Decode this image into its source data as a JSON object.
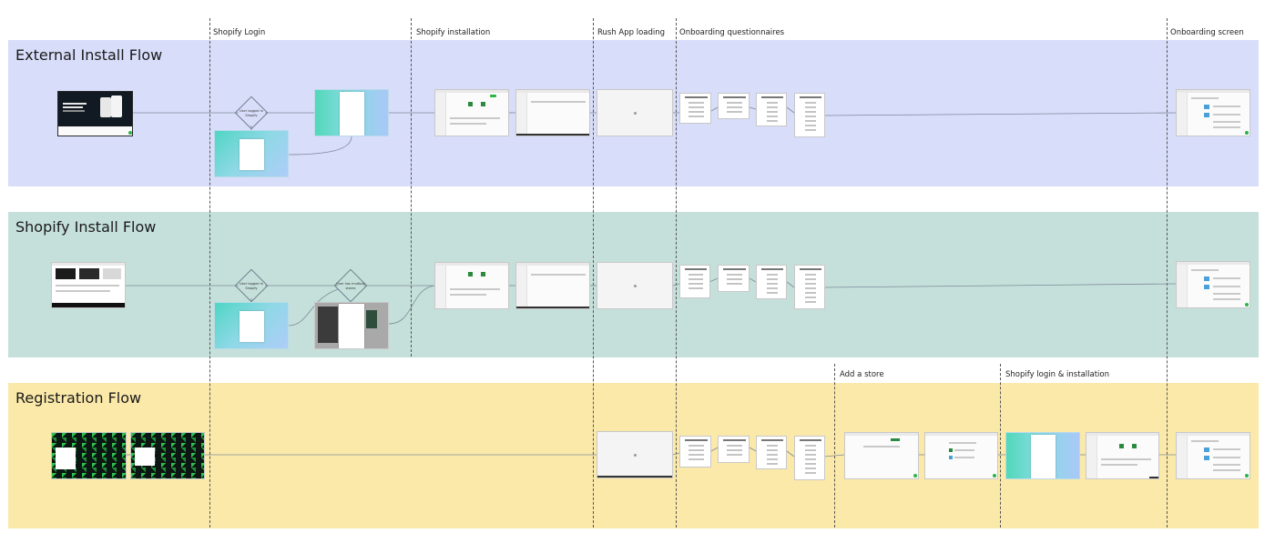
{
  "lanes": [
    {
      "title": "External Install Flow",
      "color": "#d8ddfa"
    },
    {
      "title": "Shopify Install Flow",
      "color": "#c5e0da"
    },
    {
      "title": "Registration Flow",
      "color": "#fbe9a9"
    }
  ],
  "phases": {
    "top": [
      "Shopify Login",
      "Shopify installation",
      "Rush App loading",
      "Onboarding questionnaires",
      "Onboarding screen"
    ],
    "registration": [
      "Add a store",
      "Shopify login & installation"
    ]
  },
  "decisions": {
    "logged_in": "User logged in Shopify",
    "multiple_stores": "User has multiple stores"
  }
}
